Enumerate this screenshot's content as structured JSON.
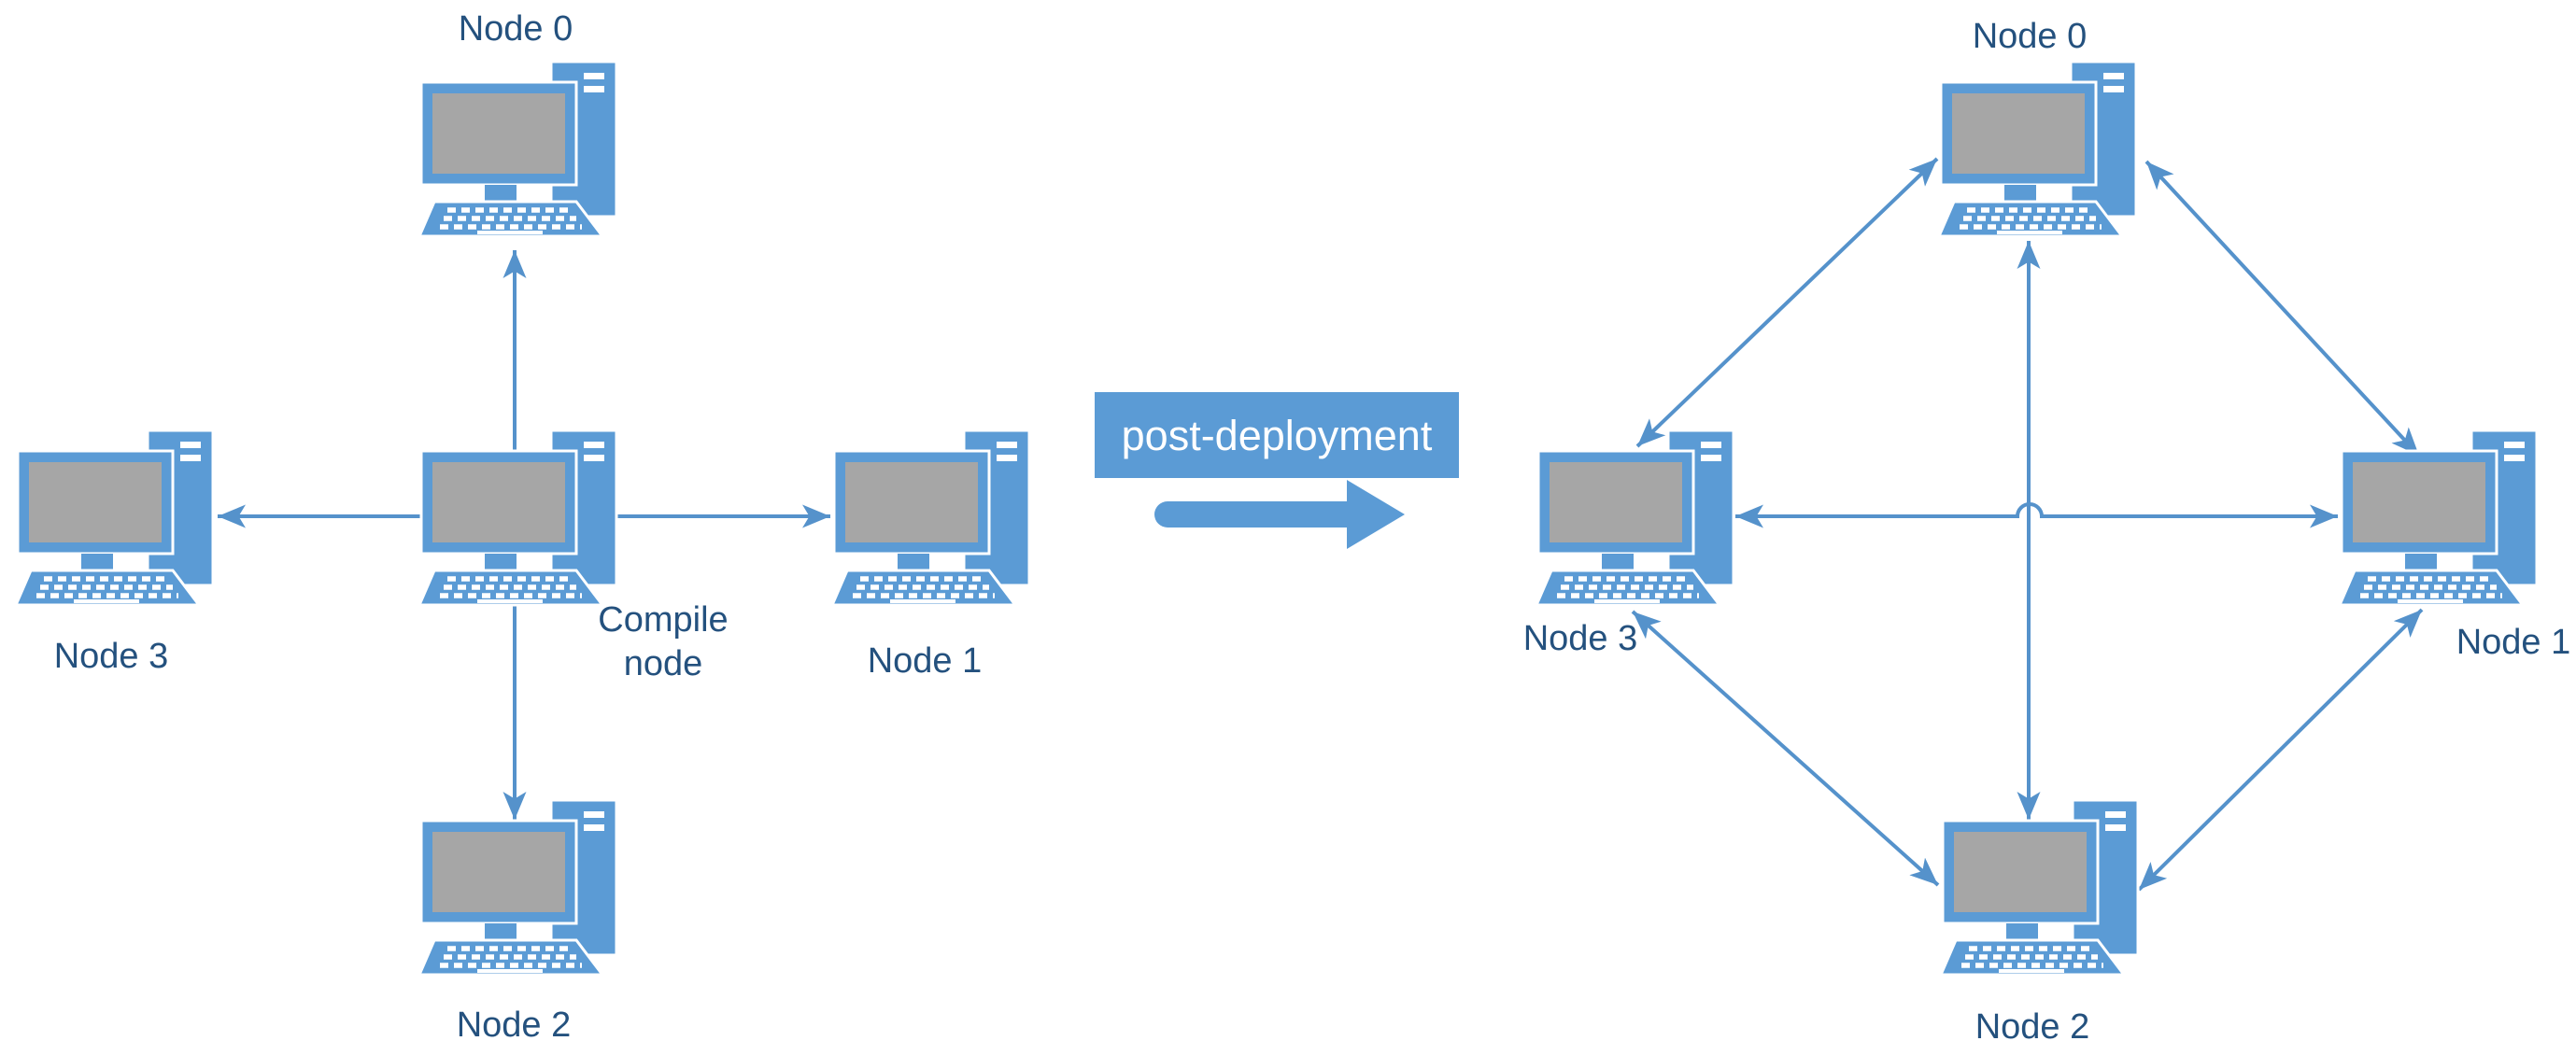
{
  "colors": {
    "icon_blue": "#5B9BD5",
    "line_blue": "#5592CB",
    "screen_gray": "#A6A6A6",
    "label_blue": "#24517E",
    "background": "#FFFFFF"
  },
  "icons": {
    "node": "desktop-computer-icon"
  },
  "left_diagram": {
    "type": "star-topology",
    "center": {
      "label_line1": "Compile",
      "label_line2": "node"
    },
    "node0": "Node 0",
    "node1": "Node 1",
    "node2": "Node 2",
    "node3": "Node 3",
    "edges": [
      {
        "from": "Compile node",
        "to": "Node 0",
        "directed": true
      },
      {
        "from": "Compile node",
        "to": "Node 1",
        "directed": true
      },
      {
        "from": "Compile node",
        "to": "Node 2",
        "directed": true
      },
      {
        "from": "Compile node",
        "to": "Node 3",
        "directed": true
      }
    ]
  },
  "transition": {
    "label": "post-deployment"
  },
  "right_diagram": {
    "type": "full-mesh-topology",
    "node0": "Node 0",
    "node1": "Node 1",
    "node2": "Node 2",
    "node3": "Node 3",
    "edges": [
      {
        "from": "Node 3",
        "to": "Node 0",
        "bidirectional": true
      },
      {
        "from": "Node 0",
        "to": "Node 1",
        "bidirectional": true
      },
      {
        "from": "Node 3",
        "to": "Node 1",
        "bidirectional": true,
        "crossing_jump": true
      },
      {
        "from": "Node 0",
        "to": "Node 2",
        "bidirectional": true
      },
      {
        "from": "Node 3",
        "to": "Node 2",
        "bidirectional": true
      },
      {
        "from": "Node 1",
        "to": "Node 2",
        "bidirectional": true
      }
    ]
  }
}
